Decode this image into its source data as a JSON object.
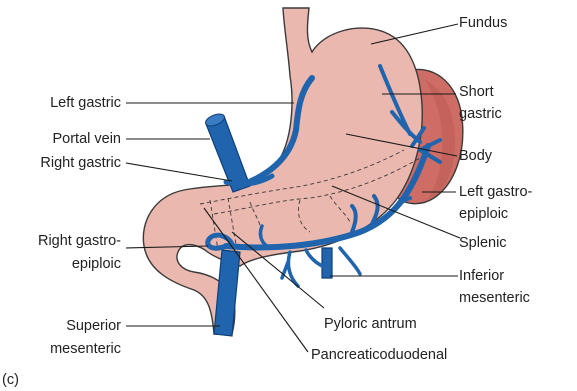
{
  "labels": {
    "fundus": "Fundus",
    "short_gastric_1": "Short",
    "short_gastric_2": "gastric",
    "body": "Body",
    "left_gastroepiploic_1": "Left gastro-",
    "left_gastroepiploic_2": "epiploic",
    "splenic": "Splenic",
    "inferior_mesenteric_1": "Inferior",
    "inferior_mesenteric_2": "mesenteric",
    "pyloric_antrum": "Pyloric antrum",
    "pancreaticoduodenal": "Pancreaticoduodenal",
    "left_gastric": "Left gastric",
    "portal_vein": "Portal vein",
    "right_gastric": "Right gastric",
    "right_gastroepiploic_1": "Right gastro-",
    "right_gastroepiploic_2": "epiploic",
    "superior_mesenteric_1": "Superior",
    "superior_mesenteric_2": "mesenteric",
    "panel": "(c)"
  },
  "colors": {
    "stomach": "#eab8ae",
    "spleen": "#cd6d66",
    "vein": "#1f64ad",
    "outline": "#3a3a3a"
  }
}
